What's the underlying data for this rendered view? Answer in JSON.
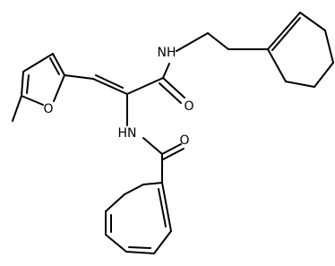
{
  "atom_labels": {
    "amide_nh_top": "NH",
    "amide_o_top": "O",
    "furan_o": "O",
    "benzamide_nh": "HN",
    "benzamide_o": "O"
  },
  "colors": {
    "bond": "#000000",
    "background": "#ffffff"
  }
}
